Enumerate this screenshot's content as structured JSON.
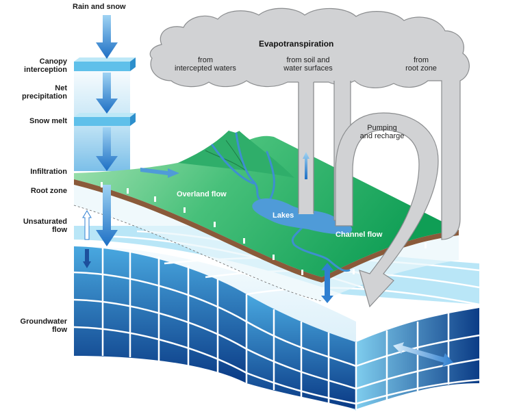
{
  "labels": {
    "rain_and_snow": "Rain and snow",
    "canopy_interception": "Canopy\ninterception",
    "net_precipitation": "Net\nprecipitation",
    "snow_melt": "Snow melt",
    "infiltration": "Infiltration",
    "root_zone": "Root zone",
    "unsaturated_flow": "Unsaturated\nflow",
    "groundwater_flow": "Groundwater\nflow",
    "evapotranspiration": "Evapotranspiration",
    "from_intercepted_waters": "from\nintercepted waters",
    "from_soil_and_water_surfaces": "from soil and\nwater surfaces",
    "from_root_zone": "from\nroot zone",
    "pumping_and_recharge": "Pumping\nand recharge",
    "overland_flow": "Overland flow",
    "lakes": "Lakes",
    "channel_flow": "Channel flow"
  },
  "colors": {
    "cloud": "#cfd0d2",
    "cloud_stroke": "#8a8c8e",
    "land_light": "#8fd9a6",
    "land_dark": "#12a55a",
    "soil": "#8a5a3a",
    "water": "#4f9bd8",
    "grid_dark": "#0d3f8a",
    "grid_light": "#9fdcf2",
    "arrow_blue": "#2f7fd0"
  }
}
